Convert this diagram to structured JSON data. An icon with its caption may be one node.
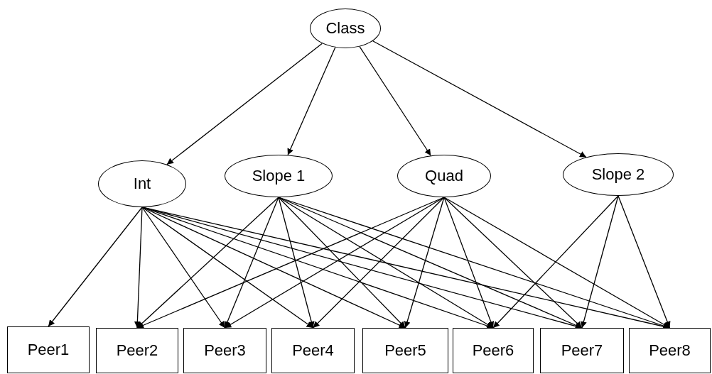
{
  "diagram": {
    "nodes": [
      {
        "text": [
          "Class"
        ]
      },
      {
        "text": [
          "Int"
        ]
      },
      {
        "text": [
          "Slope 1"
        ]
      },
      {
        "text": [
          "Quad"
        ]
      },
      {
        "text": [
          "Slope 2"
        ]
      },
      {
        "text": [
          "Peer1"
        ]
      },
      {
        "text": [
          "Peer2"
        ]
      },
      {
        "text": [
          "Peer3"
        ]
      },
      {
        "text": [
          "Peer4"
        ]
      },
      {
        "text": [
          "Peer5"
        ]
      },
      {
        "text": [
          "Peer6"
        ]
      },
      {
        "text": [
          "Peer7"
        ]
      },
      {
        "text": [
          "Peer8"
        ]
      }
    ],
    "edges": [
      {
        "from": 0,
        "to": 1,
        "arrow": "to"
      },
      {
        "from": 0,
        "to": 2,
        "arrow": "to"
      },
      {
        "from": 0,
        "to": 3,
        "arrow": "to"
      },
      {
        "from": 0,
        "to": 4,
        "arrow": "to"
      },
      {
        "from": 1,
        "to": 5,
        "arrow": "to"
      },
      {
        "from": 1,
        "to": 6,
        "arrow": "to"
      },
      {
        "from": 1,
        "to": 7,
        "arrow": "to"
      },
      {
        "from": 1,
        "to": 8,
        "arrow": "to"
      },
      {
        "from": 1,
        "to": 9,
        "arrow": "to"
      },
      {
        "from": 1,
        "to": 10,
        "arrow": "to"
      },
      {
        "from": 1,
        "to": 11,
        "arrow": "to"
      },
      {
        "from": 1,
        "to": 12,
        "arrow": "to"
      },
      {
        "from": 2,
        "to": 6,
        "arrow": "to"
      },
      {
        "from": 2,
        "to": 7,
        "arrow": "to"
      },
      {
        "from": 2,
        "to": 8,
        "arrow": "to"
      },
      {
        "from": 2,
        "to": 9,
        "arrow": "to"
      },
      {
        "from": 2,
        "to": 10,
        "arrow": "to"
      },
      {
        "from": 2,
        "to": 11,
        "arrow": "to"
      },
      {
        "from": 2,
        "to": 12,
        "arrow": "to"
      },
      {
        "from": 3,
        "to": 6,
        "arrow": "to"
      },
      {
        "from": 3,
        "to": 7,
        "arrow": "to"
      },
      {
        "from": 3,
        "to": 8,
        "arrow": "to"
      },
      {
        "from": 3,
        "to": 9,
        "arrow": "to"
      },
      {
        "from": 3,
        "to": 10,
        "arrow": "to"
      },
      {
        "from": 3,
        "to": 11,
        "arrow": "to"
      },
      {
        "from": 3,
        "to": 12,
        "arrow": "to"
      },
      {
        "from": 4,
        "to": 10,
        "arrow": "to"
      },
      {
        "from": 4,
        "to": 11,
        "arrow": "to"
      },
      {
        "from": 4,
        "to": 12,
        "arrow": "to"
      }
    ]
  }
}
